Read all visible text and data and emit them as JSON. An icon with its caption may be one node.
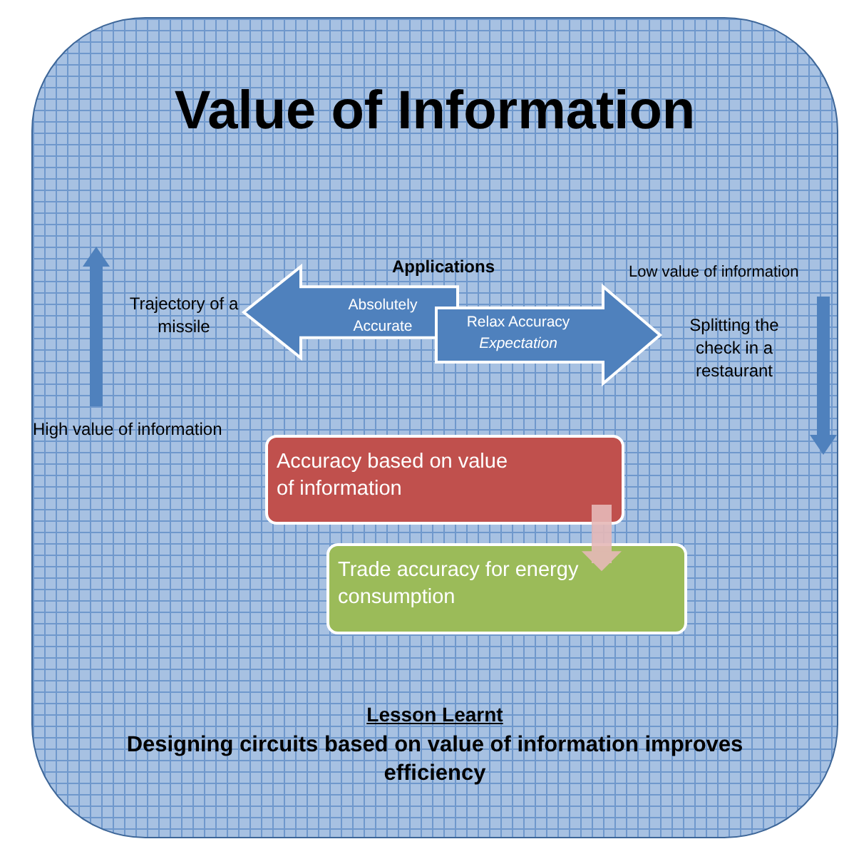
{
  "diagram": {
    "nodes": [
      {
        "text": [
          "Value of Information",
          "Lesson Learnt",
          "Designing circuits based on value of information improves efficiency"
        ]
      },
      {
        "text": [
          "Absolutely Accurate"
        ],
        "in": 0,
        "beside": [
          "Trajectory of a missile"
        ]
      },
      {
        "text": [
          "Relax Accuracy *Expectation*"
        ],
        "in": 0,
        "beside": [
          "Splitting the check in a restaurant"
        ]
      },
      {
        "text": [
          "Accuracy based on value of information"
        ],
        "in": 0
      },
      {
        "text": [
          "Trade accuracy for energy consumption"
        ],
        "in": 0
      }
    ],
    "edges": [
      {
        "from": 3,
        "to": 4,
        "arrow": "to"
      }
    ],
    "labels": [
      "Applications",
      "Low value of information",
      "High value of information"
    ]
  }
}
